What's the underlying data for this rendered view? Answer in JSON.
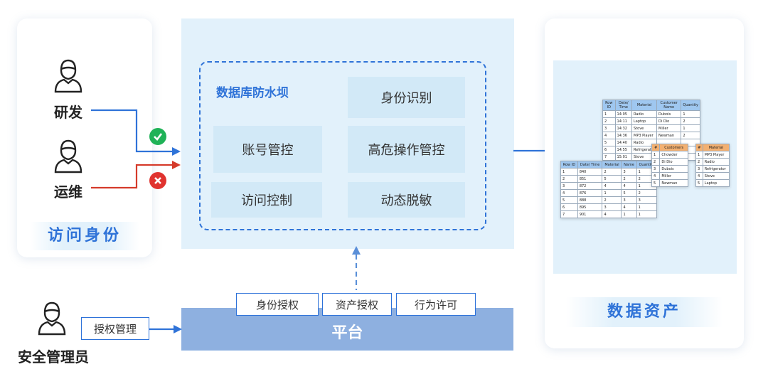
{
  "identity": {
    "title": "访问身份",
    "roles": [
      {
        "label": "研发",
        "status": "allowed"
      },
      {
        "label": "运维",
        "status": "denied"
      }
    ]
  },
  "dam": {
    "title": "数据库防水坝",
    "features": [
      "身份识别",
      "账号管控",
      "高危操作管控",
      "访问控制",
      "动态脱敏"
    ]
  },
  "platform": {
    "label": "平台",
    "tags": [
      "身份授权",
      "资产授权",
      "行为许可"
    ]
  },
  "admin": {
    "label": "安全管理员",
    "action": "授权管理"
  },
  "assets": {
    "title": "数据资产",
    "table_back": {
      "headers": [
        "Row ID",
        "Date/ Time",
        "Material",
        "Customer Name",
        "Quantity"
      ],
      "rows": [
        [
          "1",
          "14:05",
          "Radio",
          "Dubois",
          "1"
        ],
        [
          "2",
          "14:11",
          "Laptop",
          "Di Dio",
          "2"
        ],
        [
          "3",
          "14:32",
          "Stove",
          "Miller",
          "1"
        ],
        [
          "4",
          "14:36",
          "MP3 Player",
          "Newman",
          "2"
        ],
        [
          "5",
          "14:40",
          "Radio",
          "",
          ""
        ],
        [
          "6",
          "14:55",
          "Refrigerator",
          "",
          ""
        ],
        [
          "7",
          "15:01",
          "Stove",
          "",
          ""
        ]
      ]
    },
    "table_front": {
      "headers": [
        "Row ID",
        "Date/ Time",
        "Material",
        "Name",
        "Quantity"
      ],
      "rows": [
        [
          "1",
          "840",
          "2",
          "3",
          "1"
        ],
        [
          "2",
          "851",
          "5",
          "2",
          "2"
        ],
        [
          "3",
          "872",
          "4",
          "4",
          "1"
        ],
        [
          "4",
          "876",
          "1",
          "5",
          "2"
        ],
        [
          "5",
          "888",
          "2",
          "3",
          "3"
        ],
        [
          "6",
          "895",
          "3",
          "4",
          "1"
        ],
        [
          "7",
          "901",
          "4",
          "1",
          "1"
        ]
      ]
    },
    "table_customers": {
      "headers": [
        "#",
        "Customers"
      ],
      "rows": [
        [
          "1",
          "Chowder"
        ],
        [
          "2",
          "Di Dio"
        ],
        [
          "3",
          "Dubois"
        ],
        [
          "4",
          "Miller"
        ],
        [
          "5",
          "Newman"
        ]
      ]
    },
    "table_materials": {
      "headers": [
        "#",
        "Material"
      ],
      "rows": [
        [
          "1",
          "MP3 Player"
        ],
        [
          "2",
          "Radio"
        ],
        [
          "3",
          "Refrigerator"
        ],
        [
          "4",
          "Stove"
        ],
        [
          "5",
          "Laptop"
        ]
      ]
    }
  },
  "colors": {
    "accent": "#2f73d8",
    "allowed": "#1fb257",
    "denied": "#e0332f",
    "panel": "#e2f1fb",
    "platform": "#8eb0e0"
  }
}
